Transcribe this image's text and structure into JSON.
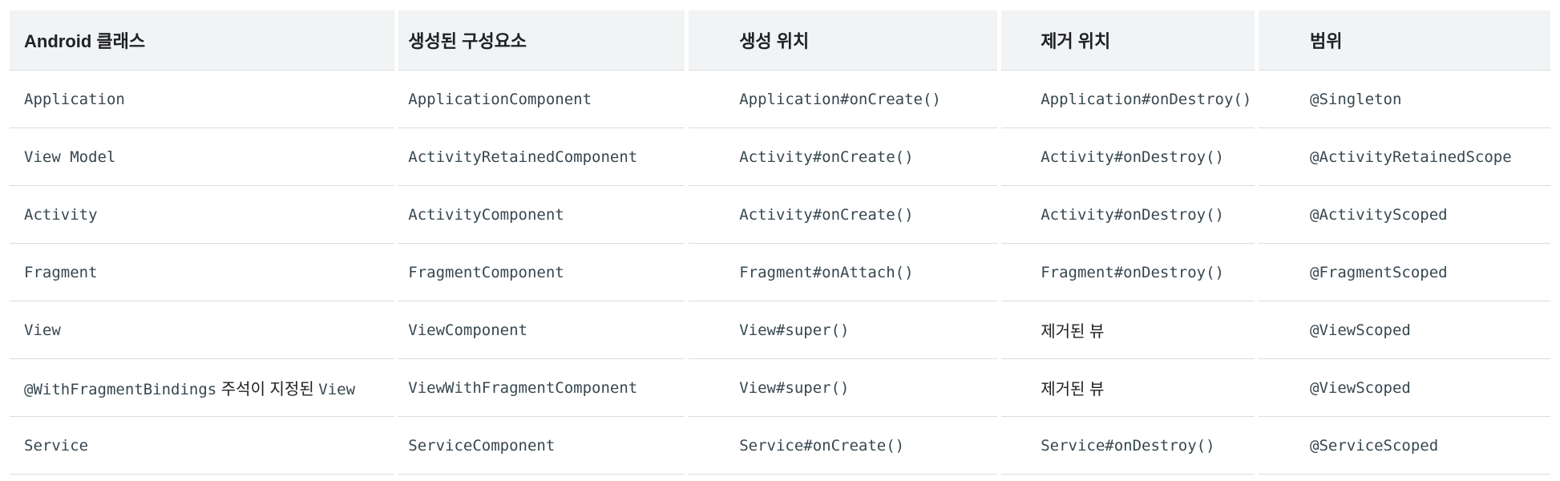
{
  "colors": {
    "background": "#ffffff",
    "header_background": "#f1f3f4",
    "row_border": "#dadce0",
    "code_text": "#37474f",
    "plain_text": "#202124"
  },
  "table": {
    "columns": [
      {
        "label": "Android 클래스"
      },
      {
        "label": "생성된 구성요소"
      },
      {
        "label": "생성 위치"
      },
      {
        "label": "제거 위치"
      },
      {
        "label": "범위"
      }
    ],
    "rows": [
      [
        [
          {
            "t": "code",
            "v": "Application"
          }
        ],
        [
          {
            "t": "code",
            "v": "ApplicationComponent"
          }
        ],
        [
          {
            "t": "code",
            "v": "Application#onCreate()"
          }
        ],
        [
          {
            "t": "code",
            "v": "Application#onDestroy()"
          }
        ],
        [
          {
            "t": "code",
            "v": "@Singleton"
          }
        ]
      ],
      [
        [
          {
            "t": "code",
            "v": "View Model"
          }
        ],
        [
          {
            "t": "code",
            "v": "ActivityRetainedComponent"
          }
        ],
        [
          {
            "t": "code",
            "v": "Activity#onCreate()"
          }
        ],
        [
          {
            "t": "code",
            "v": "Activity#onDestroy()"
          }
        ],
        [
          {
            "t": "code",
            "v": "@ActivityRetainedScope"
          }
        ]
      ],
      [
        [
          {
            "t": "code",
            "v": "Activity"
          }
        ],
        [
          {
            "t": "code",
            "v": "ActivityComponent"
          }
        ],
        [
          {
            "t": "code",
            "v": "Activity#onCreate()"
          }
        ],
        [
          {
            "t": "code",
            "v": "Activity#onDestroy()"
          }
        ],
        [
          {
            "t": "code",
            "v": "@ActivityScoped"
          }
        ]
      ],
      [
        [
          {
            "t": "code",
            "v": "Fragment"
          }
        ],
        [
          {
            "t": "code",
            "v": "FragmentComponent"
          }
        ],
        [
          {
            "t": "code",
            "v": "Fragment#onAttach()"
          }
        ],
        [
          {
            "t": "code",
            "v": "Fragment#onDestroy()"
          }
        ],
        [
          {
            "t": "code",
            "v": "@FragmentScoped"
          }
        ]
      ],
      [
        [
          {
            "t": "code",
            "v": "View"
          }
        ],
        [
          {
            "t": "code",
            "v": "ViewComponent"
          }
        ],
        [
          {
            "t": "code",
            "v": "View#super()"
          }
        ],
        [
          {
            "t": "plain",
            "v": "제거된 뷰"
          }
        ],
        [
          {
            "t": "code",
            "v": "@ViewScoped"
          }
        ]
      ],
      [
        [
          {
            "t": "code",
            "v": "@WithFragmentBindings"
          },
          {
            "t": "plain",
            "v": " 주석이 지정된 "
          },
          {
            "t": "code",
            "v": "View"
          }
        ],
        [
          {
            "t": "code",
            "v": "ViewWithFragmentComponent"
          }
        ],
        [
          {
            "t": "code",
            "v": "View#super()"
          }
        ],
        [
          {
            "t": "plain",
            "v": "제거된 뷰"
          }
        ],
        [
          {
            "t": "code",
            "v": "@ViewScoped"
          }
        ]
      ],
      [
        [
          {
            "t": "code",
            "v": "Service"
          }
        ],
        [
          {
            "t": "code",
            "v": "ServiceComponent"
          }
        ],
        [
          {
            "t": "code",
            "v": "Service#onCreate()"
          }
        ],
        [
          {
            "t": "code",
            "v": "Service#onDestroy()"
          }
        ],
        [
          {
            "t": "code",
            "v": "@ServiceScoped"
          }
        ]
      ]
    ]
  }
}
